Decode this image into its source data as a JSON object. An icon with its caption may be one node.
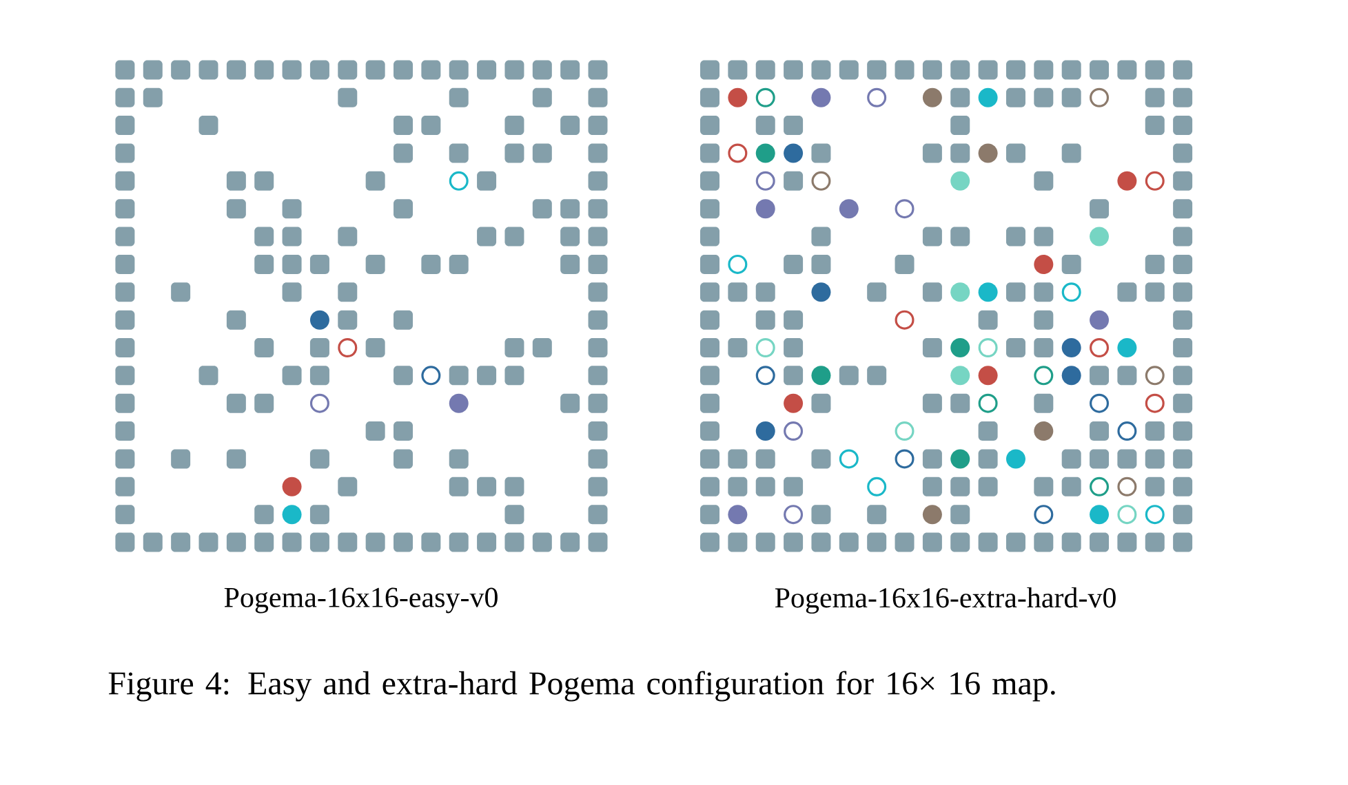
{
  "diagram": {
    "caption": "Figure 4: Easy and extra-hard Pogema configuration for 16× 16 map.",
    "labels": [
      "Pogema-16x16-easy-v0",
      "Pogema-16x16-extra-hard-v0"
    ]
  }
}
